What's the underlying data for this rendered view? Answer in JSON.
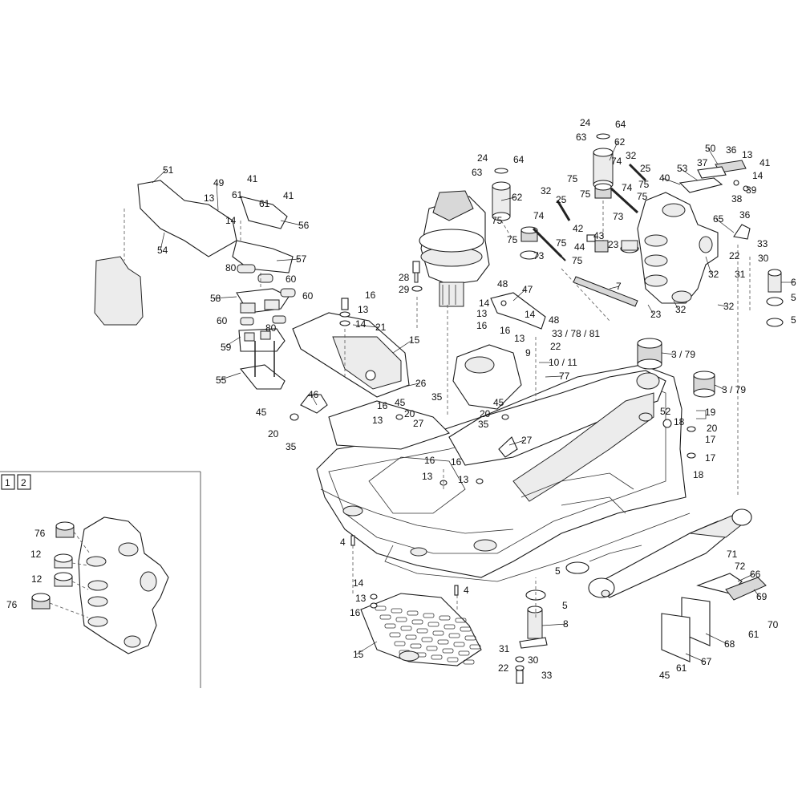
{
  "view_tabs": [
    "1",
    "2"
  ],
  "callouts": {
    "c51": "51",
    "c49": "49",
    "c41a": "41",
    "c13a": "13",
    "c61a": "61",
    "c61b": "61",
    "c41b": "41",
    "c14a": "14",
    "c56": "56",
    "c54": "54",
    "c57": "57",
    "c80a": "80",
    "c60a": "60",
    "c58": "58",
    "c60b": "60",
    "c60c": "60",
    "c80b": "80",
    "c59": "59",
    "c55": "55",
    "c28": "28",
    "c29": "29",
    "c16a": "16",
    "c13b": "13",
    "c14b": "14",
    "c21": "21",
    "c15a": "15",
    "c48a": "48",
    "c47": "47",
    "c14c": "14",
    "c13c": "13",
    "c16b": "16",
    "c16c": "16",
    "c13d": "13",
    "c14d": "14",
    "c48b": "48",
    "c337881": "33 / 78 / 81",
    "c22a": "22",
    "c9": "9",
    "c1011": "10 / 11",
    "c77": "77",
    "c26": "26",
    "c45a": "45",
    "c35a": "35",
    "c16d": "16",
    "c13e": "13",
    "c20a": "20",
    "c27a": "27",
    "c46": "46",
    "c45b": "45",
    "c20b": "20",
    "c35b": "35",
    "c45c": "45",
    "c20c": "20",
    "c35c": "35",
    "c27b": "27",
    "c16e": "16",
    "c13f": "13",
    "c16f": "16",
    "c13g": "13",
    "c24a": "24",
    "c64a": "64",
    "c63a": "63",
    "c62a": "62",
    "c24b": "24",
    "c64b": "64",
    "c63b": "63",
    "c62b": "62",
    "c32a": "32",
    "c25a": "25",
    "c75a": "75",
    "c74a": "74",
    "c32b": "32",
    "c25b": "25",
    "c75b": "75",
    "c75c": "75",
    "c74b": "74",
    "c75d": "75",
    "c73a": "73",
    "c74c": "74",
    "c75e": "75",
    "c75f": "75",
    "c73b": "73",
    "c42": "42",
    "c43": "43",
    "c44": "44",
    "c75g": "75",
    "c75h": "75",
    "c23a": "23",
    "c7": "7",
    "c23b": "23",
    "c32c": "32",
    "c32d": "32",
    "c32e": "32",
    "c50": "50",
    "c36a": "36",
    "c13h": "13",
    "c41c": "41",
    "c53": "53",
    "c37": "37",
    "c14e": "14",
    "c40": "40",
    "c39": "39",
    "c38": "38",
    "c65": "65",
    "c36b": "36",
    "c33a": "33",
    "c22b": "22",
    "c30a": "30",
    "c31a": "31",
    "c6": "6",
    "c5a": "5",
    "c5b": "5",
    "c379a": "3 / 79",
    "c379b": "3 / 79",
    "c52": "52",
    "c19": "19",
    "c18a": "18",
    "c20d": "20",
    "c17a": "17",
    "c17b": "17",
    "c18b": "18",
    "c4a": "4",
    "c4b": "4",
    "c5c": "5",
    "c14f": "14",
    "c13i": "13",
    "c16g": "16",
    "c15b": "15",
    "c5d": "5",
    "c8": "8",
    "c31b": "31",
    "c30b": "30",
    "c22c": "22",
    "c33b": "33",
    "c71": "71",
    "c72": "72",
    "c66": "66",
    "c69": "69",
    "c70": "70",
    "c61c": "61",
    "c68": "68",
    "c61d": "61",
    "c67": "67",
    "c45d": "45",
    "c76a": "76",
    "c12a": "12",
    "c12b": "12",
    "c76b": "76"
  }
}
